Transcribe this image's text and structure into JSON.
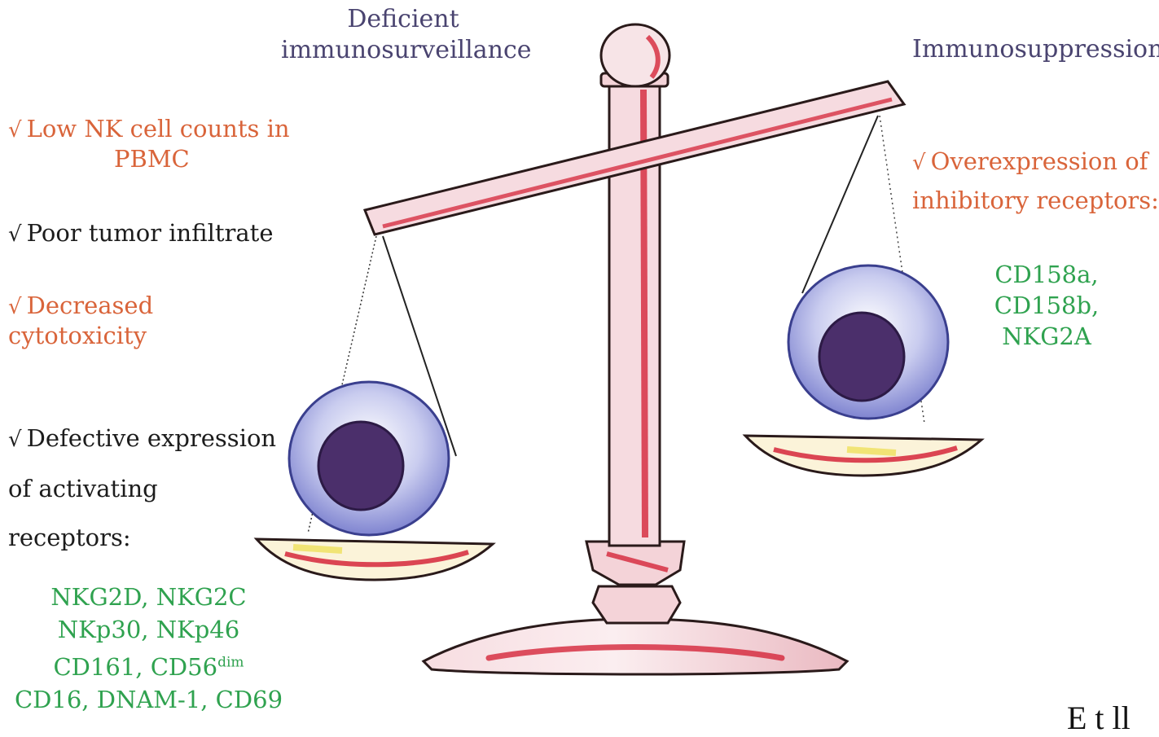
{
  "headers": {
    "left_line1": "Deficient",
    "left_line2": "immunosurveillance",
    "right": "Immunosuppression"
  },
  "check_mark": "√",
  "left_items": {
    "low_nk_line1": "Low NK cell counts in",
    "low_nk_line2": "PBMC",
    "poor_infiltrate": "Poor tumor infiltrate",
    "decreased_line1": "Decreased",
    "decreased_line2": "cytotoxicity",
    "defective_line1": "Defective expression",
    "defective_line2": "of activating",
    "defective_line3": "receptors:"
  },
  "activating_receptors": {
    "line1": "NKG2D, NKG2C",
    "line2": "NKp30, NKp46",
    "line3_prefix": "CD161, CD56",
    "line3_sup": "dim",
    "line4": "CD16, DNAM-1, CD69"
  },
  "right_items": {
    "overexpression_line1": "Overexpression of",
    "overexpression_line2": "inhibitory receptors:"
  },
  "inhibitory_receptors": {
    "line1": "CD158a,",
    "line2": "CD158b,",
    "line3": "NKG2A"
  },
  "corner_fragment": "E t  ll",
  "colors": {
    "header": "#4a4470",
    "orange_text": "#d9643a",
    "green_text": "#2fa24f",
    "scale_pink": "#f2c9cf",
    "scale_red": "#d5263a",
    "cell_blue": "#8f93d9",
    "nucleus": "#4b2f6b"
  }
}
